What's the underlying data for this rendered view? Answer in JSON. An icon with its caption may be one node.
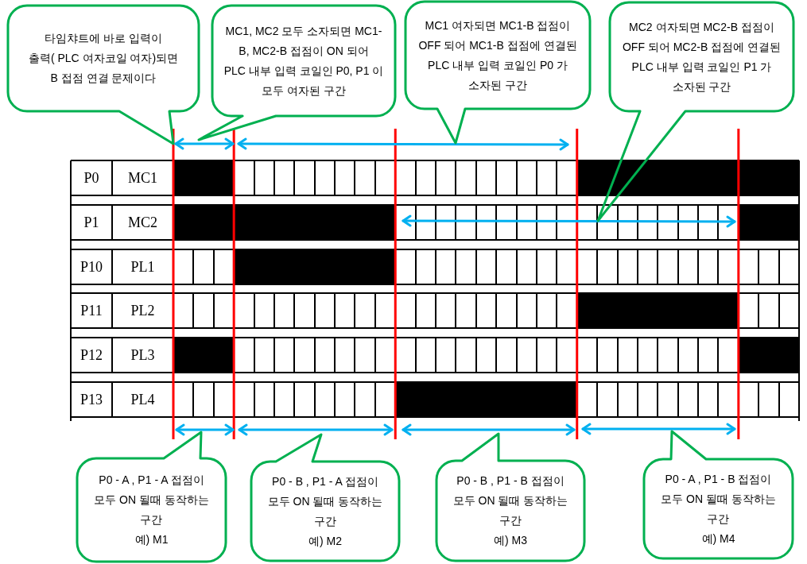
{
  "diagram": {
    "nodes": [
      {
        "text": [
          "타임챠트에 바로 입력이 출력( PLC 여자코일 여자)되면 B 접점 연결 문제이다"
        ]
      },
      {
        "text": [
          "MC1, MC2 모두 소자되면 MC1- B, MC2-B 접점이 ON 되어 PLC 내부 입력 코일인 P0, P1 이 모두 여자된 구간"
        ]
      },
      {
        "text": [
          "MC1 여자되면 MC1-B 접점이 OFF 되어 MC1-B 접점에 연결된 PLC 내부 입력 코일인 P0 가 소자된 구간"
        ]
      },
      {
        "text": [
          "MC2 여자되면 MC2-B 접점이 OFF 되어 MC2-B 접점에 연결된 PLC 내부 입력 코일인 P1 가 소자된 구간"
        ]
      },
      {
        "text": [
          "P0 - A , P1 - A 접점이 모두 ON 될때 동작하는 구간",
          "예) M1"
        ]
      },
      {
        "text": [
          "P0 - B , P1 - A 접점이 모두 ON 될때 동작하는 구간",
          "예) M2"
        ]
      },
      {
        "text": [
          "P0 - B , P1 - B 접점이 모두 ON 될때 동작하는 구간",
          "예) M3"
        ]
      },
      {
        "text": [
          "P0 - A , P1 - B 접점이 모두 ON 될때 동작하는 구간",
          "예) M4"
        ]
      }
    ],
    "labels": [
      "P0",
      "MC1",
      "P1",
      "MC2",
      "P10",
      "PL1",
      "P11",
      "PL2",
      "P12",
      "PL3",
      "P13",
      "PL4"
    ]
  }
}
